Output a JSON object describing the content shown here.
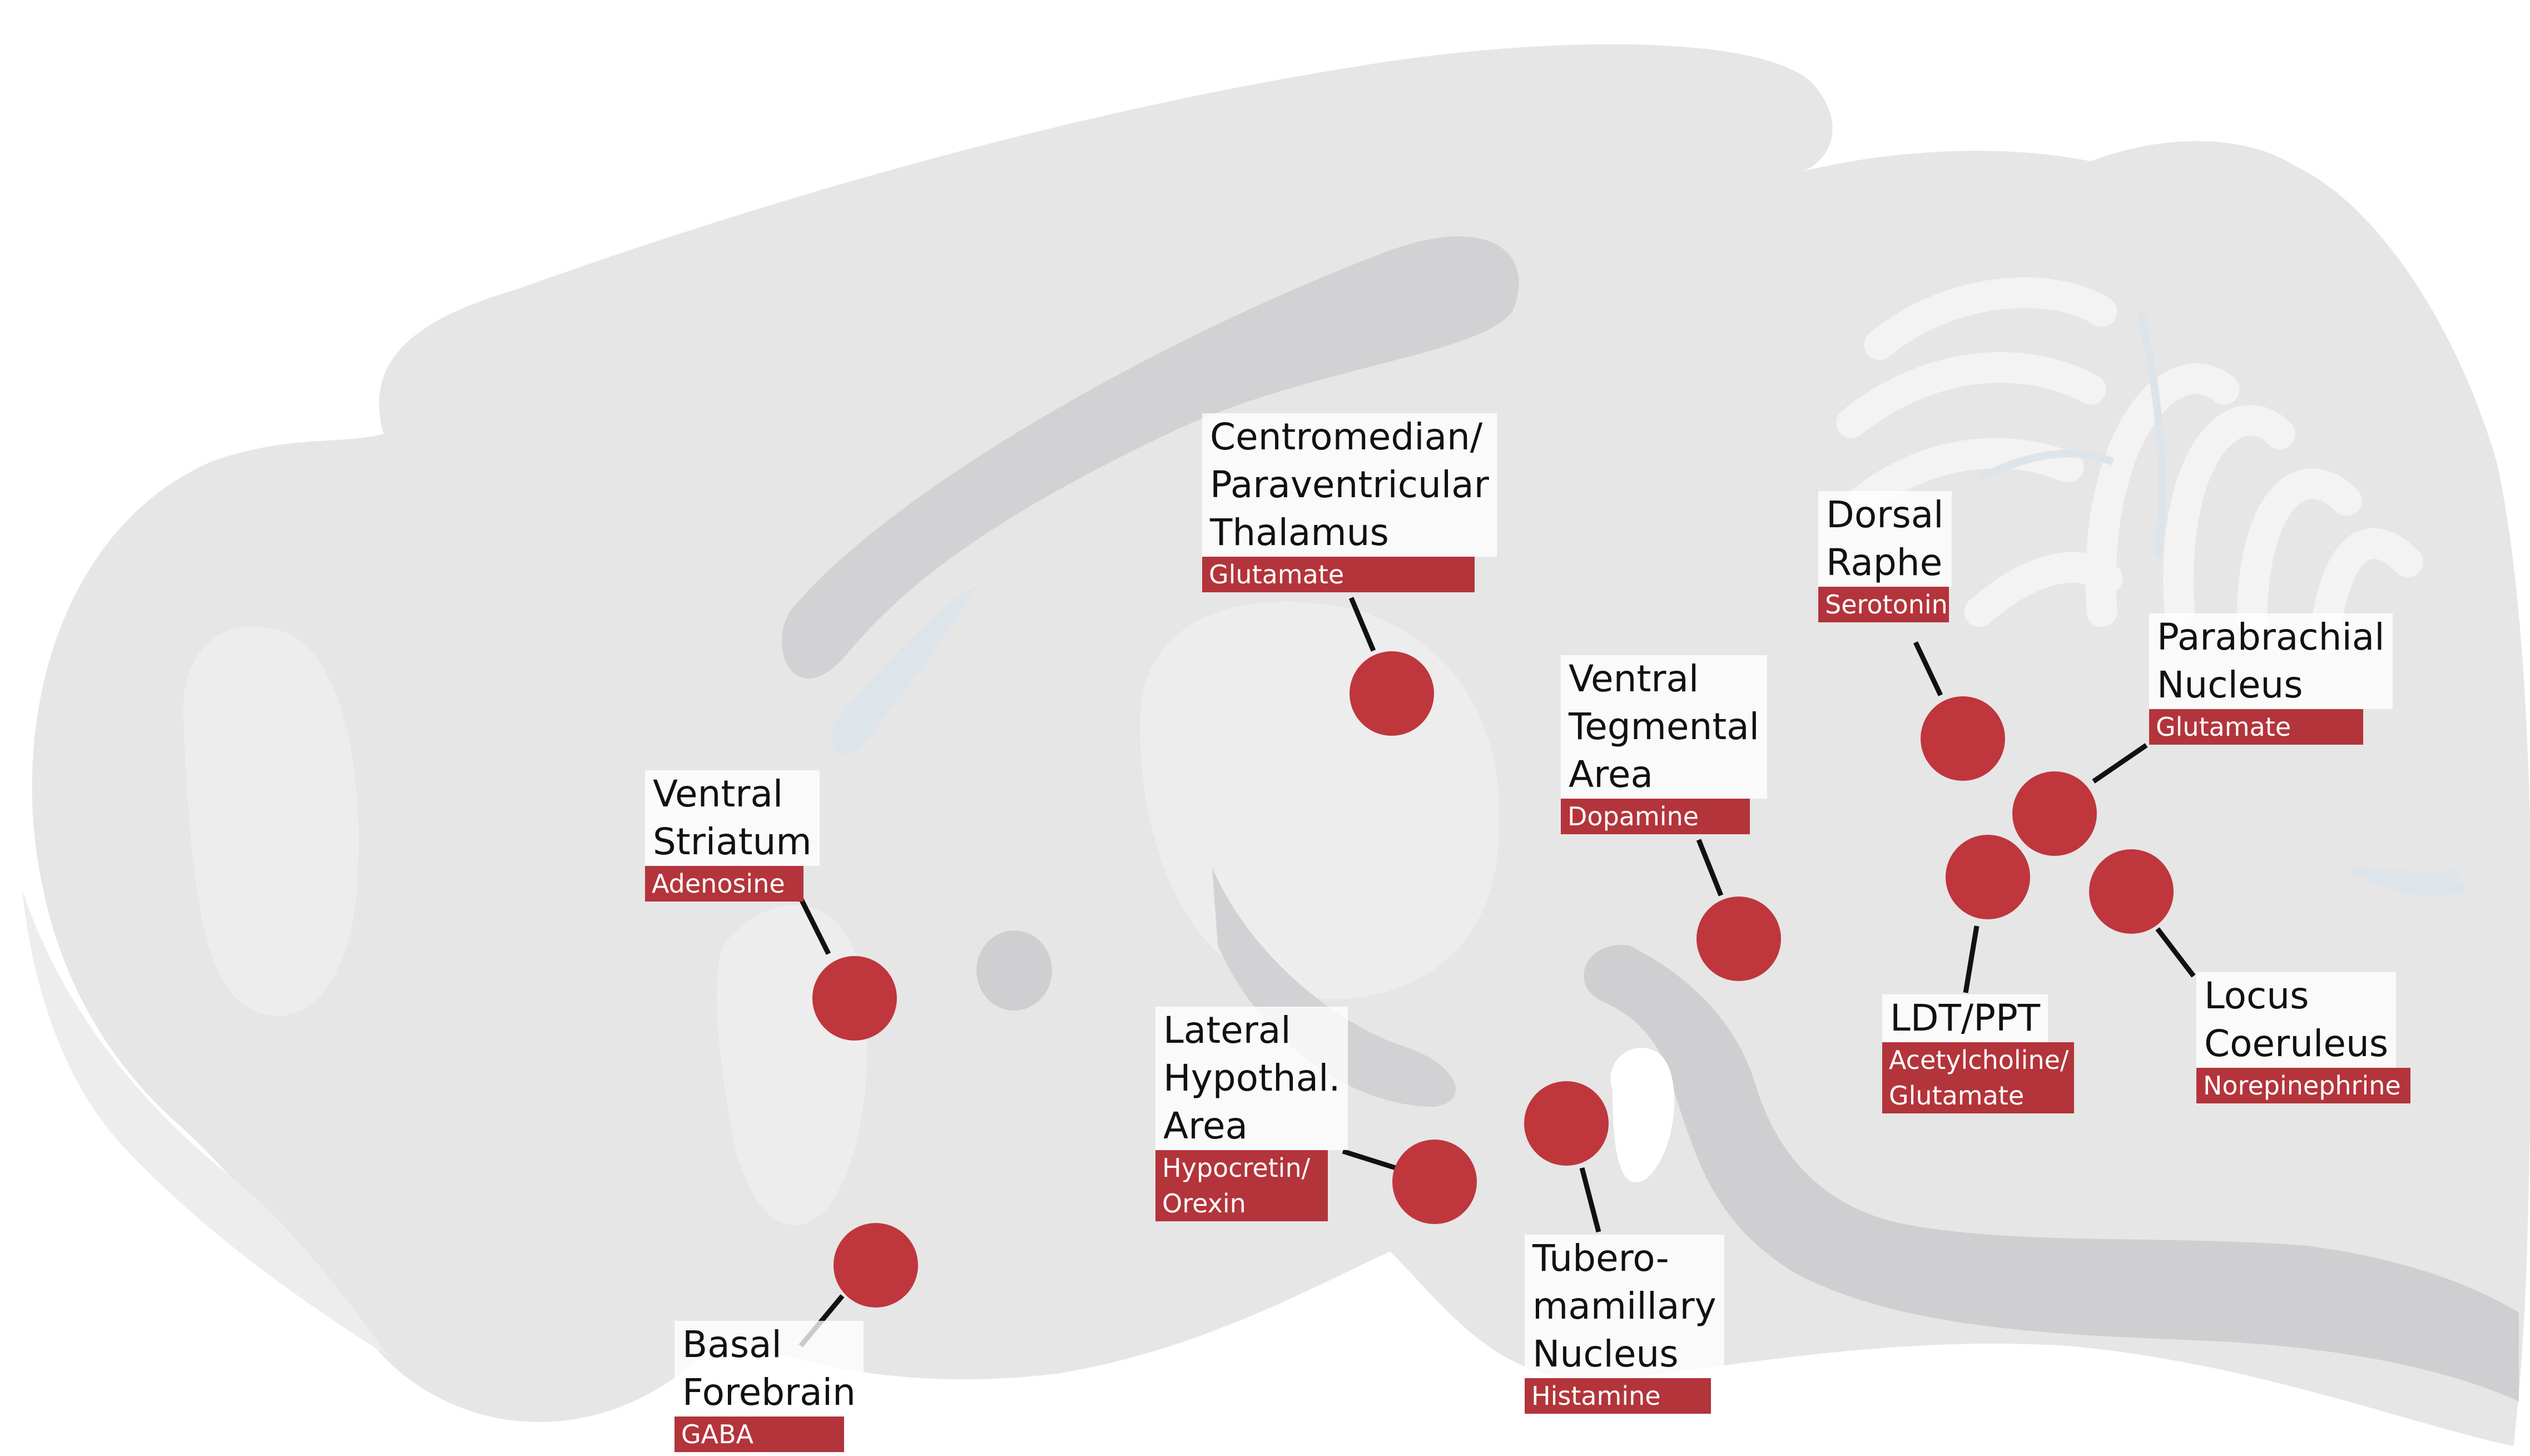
{
  "colors": {
    "brain_fill": "#e6e6e7",
    "brain_light": "#ededee",
    "tract_fill": "#cfcfd1",
    "ventricle_fill": "#dde4ea",
    "nucleus_fill": "#bf373c",
    "nt_box_fill": "#b3343a",
    "leader_line": "#111111"
  },
  "regions": [
    {
      "id": "cm-pvt",
      "name": "Centromedian/\nParaventricular\nThalamus",
      "neurotransmitter": "Glutamate"
    },
    {
      "id": "dr",
      "name": "Dorsal\nRaphe",
      "neurotransmitter": "Serotonin"
    },
    {
      "id": "pb",
      "name": "Parabrachial\nNucleus",
      "neurotransmitter": "Glutamate"
    },
    {
      "id": "vta",
      "name": "Ventral\nTegmental\nArea",
      "neurotransmitter": "Dopamine"
    },
    {
      "id": "vs",
      "name": "Ventral\nStriatum",
      "neurotransmitter": "Adenosine"
    },
    {
      "id": "ldt-ppt",
      "name": "LDT/PPT",
      "neurotransmitter": "Acetylcholine/\nGlutamate"
    },
    {
      "id": "lc",
      "name": "Locus\nCoeruleus",
      "neurotransmitter": "Norepinephrine"
    },
    {
      "id": "lha",
      "name": "Lateral\nHypothal.\nArea",
      "neurotransmitter": "Hypocretin/\nOrexin"
    },
    {
      "id": "tmn",
      "name": "Tubero-\nmamillary\nNucleus",
      "neurotransmitter": "Histamine"
    },
    {
      "id": "bf",
      "name": "Basal\nForebrain",
      "neurotransmitter": "GABA"
    }
  ]
}
